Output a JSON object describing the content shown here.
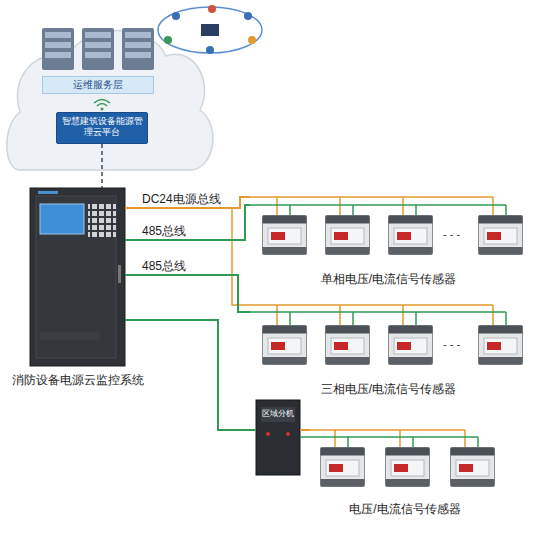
{
  "diagram": {
    "nodes": [
      {
        "text": [
          "运维服务层"
        ]
      },
      {
        "text": [
          "智慧建筑设备能源管理云平台"
        ]
      },
      {
        "text": [
          "消防设备电源云监控系统"
        ]
      },
      {
        "text": [
          "单相电压/电流信号传感器"
        ]
      },
      {
        "text": [
          "三相电压/电流信号传感器"
        ]
      },
      {
        "text": [
          "区域分机"
        ]
      },
      {
        "text": [
          "电压/电流信号传感器"
        ]
      }
    ],
    "edges": [
      {
        "from": 1,
        "to": 2,
        "arrow": "none"
      },
      {
        "from": 2,
        "to": 3,
        "label": "DC24电源总线",
        "arrow": "none"
      },
      {
        "from": 2,
        "to": 3,
        "label": "485总线",
        "arrow": "none"
      },
      {
        "from": 2,
        "to": 4,
        "label": "485总线",
        "arrow": "none"
      },
      {
        "from": 2,
        "to": 5,
        "arrow": "none"
      },
      {
        "from": 5,
        "to": 6,
        "arrow": "none"
      }
    ],
    "labels": [
      "- - -",
      "- - -"
    ]
  }
}
